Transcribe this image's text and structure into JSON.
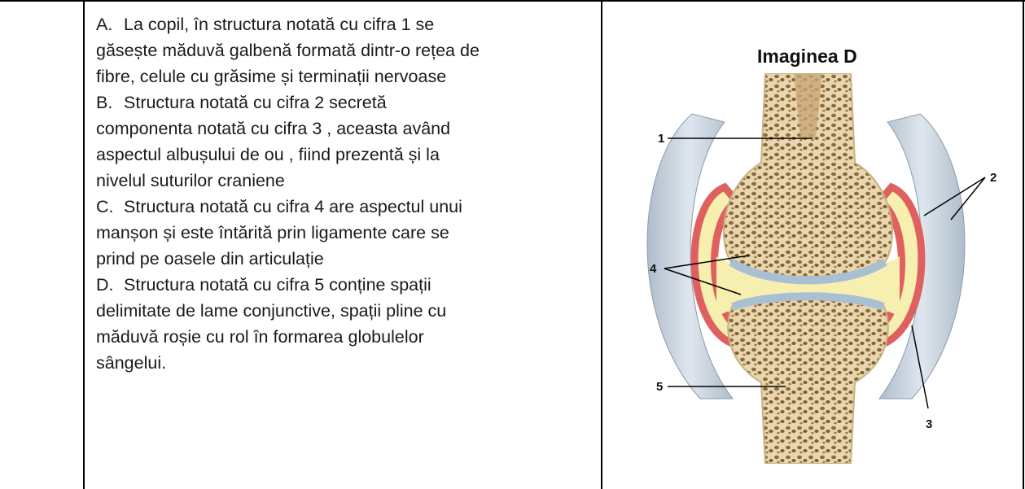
{
  "statements": [
    {
      "letter": "A.",
      "lines": [
        "La copil, în structura notată cu cifra 1 se",
        "găsește măduvă galbenă formată dintr-o rețea de",
        "fibre, celule cu grăsime și terminații nervoase"
      ]
    },
    {
      "letter": "B.",
      "lines": [
        "Structura notată cu cifra 2 secretă",
        "componenta notată cu cifra 3 , aceasta având",
        "aspectul albușului de ou , fiind prezentă și la",
        "nivelul suturilor craniene"
      ]
    },
    {
      "letter": "C.",
      "lines": [
        "Structura notată cu cifra 4 are aspectul unui",
        "manșon și este întărită prin ligamente care se",
        "prind pe oasele din articulație"
      ]
    },
    {
      "letter": "D.",
      "lines": [
        "Structura notată cu cifra 5 conține spații",
        "delimitate de lame conjunctive, spații pline cu",
        "măduvă roșie cu rol în formarea globulelor",
        "sângelui."
      ]
    }
  ],
  "figure": {
    "title": "Imaginea D",
    "labels": [
      "1",
      "2",
      "3",
      "4",
      "5"
    ]
  }
}
